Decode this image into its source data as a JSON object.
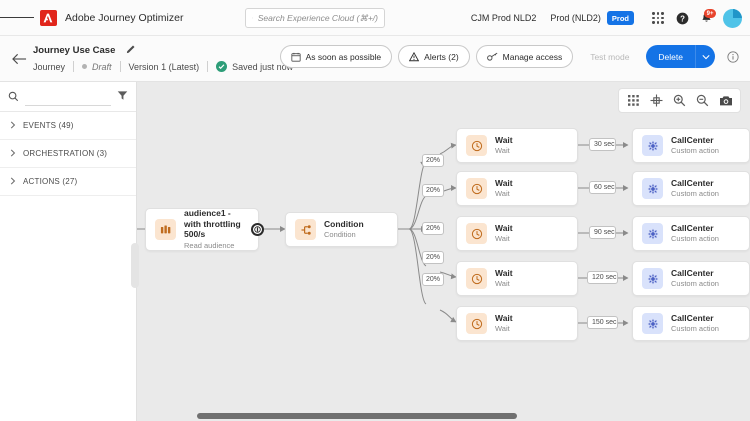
{
  "topbar": {
    "menu_icon": "hamburger-icon",
    "logo_icon": "adobe-logo",
    "app_title": "Adobe Journey Optimizer",
    "search": {
      "icon": "search-icon",
      "placeholder": "Search Experience Cloud (⌘+/)",
      "value": ""
    },
    "org_name": "CJM Prod NLD2",
    "sandbox_name": "Prod (NLD2)",
    "sandbox_pill": "Prod",
    "apps_icon": "app-grid-icon",
    "help_icon": "help-icon",
    "notifications_icon": "bell-icon",
    "notifications_badge": "9+",
    "avatar": "user-avatar"
  },
  "subbar": {
    "back_icon": "back-arrow-icon",
    "journey_title": "Journey Use Case",
    "edit_icon": "pencil-icon",
    "type_label": "Journey",
    "status_label": "Draft",
    "version_label": "Version 1 (Latest)",
    "saved_label": "Saved just now",
    "saved_icon": "checkmark-circle-icon",
    "schedule_button": "As soon as possible",
    "schedule_icon": "calendar-icon",
    "alerts_button": "Alerts (2)",
    "alerts_icon": "warning-triangle-icon",
    "manage_access_button": "Manage access",
    "manage_access_icon": "key-icon",
    "test_mode_button": "Test mode",
    "delete_button": "Delete",
    "delete_caret_icon": "chevron-down-icon",
    "info_icon": "info-circle-icon"
  },
  "left_panel": {
    "search_icon": "search-icon",
    "search_value": "",
    "filter_icon": "filter-icon",
    "sections": [
      {
        "label": "EVENTS (49)",
        "chevron": "chevron-right-icon"
      },
      {
        "label": "ORCHESTRATION (3)",
        "chevron": "chevron-right-icon"
      },
      {
        "label": "ACTIONS (27)",
        "chevron": "chevron-right-icon"
      }
    ]
  },
  "canvas_toolbar": [
    {
      "name": "grid-icon"
    },
    {
      "name": "center-crosshair-icon"
    },
    {
      "name": "zoom-in-icon"
    },
    {
      "name": "zoom-out-icon"
    },
    {
      "name": "camera-icon"
    }
  ],
  "journey": {
    "audience_node": {
      "title": "audience1 - with throttling 500/s",
      "subtitle": "Read audience",
      "icon": "audience-icon"
    },
    "throttle_marker": "throttle-icon",
    "condition_node": {
      "title": "Condition",
      "subtitle": "Condition",
      "icon": "condition-split-icon"
    },
    "branches": [
      {
        "percent": "20%",
        "wait_title": "Wait",
        "wait_subtitle": "Wait",
        "wait_icon": "clock-icon",
        "delay": "30 sec",
        "action_title": "CallCenter",
        "action_subtitle": "Custom action",
        "action_icon": "custom-action-icon"
      },
      {
        "percent": "20%",
        "wait_title": "Wait",
        "wait_subtitle": "Wait",
        "wait_icon": "clock-icon",
        "delay": "60 sec",
        "action_title": "CallCenter",
        "action_subtitle": "Custom action",
        "action_icon": "custom-action-icon"
      },
      {
        "percent": "20%",
        "wait_title": "Wait",
        "wait_subtitle": "Wait",
        "wait_icon": "clock-icon",
        "delay": "90 sec",
        "action_title": "CallCenter",
        "action_subtitle": "Custom action",
        "action_icon": "custom-action-icon"
      },
      {
        "percent": "20%",
        "wait_title": "Wait",
        "wait_subtitle": "Wait",
        "wait_icon": "clock-icon",
        "delay": "120 sec",
        "action_title": "CallCenter",
        "action_subtitle": "Custom action",
        "action_icon": "custom-action-icon"
      },
      {
        "percent": "20%",
        "wait_title": "Wait",
        "wait_subtitle": "Wait",
        "wait_icon": "clock-icon",
        "delay": "150 sec",
        "action_title": "CallCenter",
        "action_subtitle": "Custom action",
        "action_icon": "custom-action-icon"
      }
    ]
  },
  "colors": {
    "accent_blue": "#1473e6",
    "adobe_red": "#e1251b",
    "canvas_bg": "#eaeaea",
    "icon_orange_bg": "#fbe5d0",
    "icon_blue_bg": "#d9e2fb",
    "success_green": "#2d9d78",
    "badge_red": "#e8442c"
  }
}
